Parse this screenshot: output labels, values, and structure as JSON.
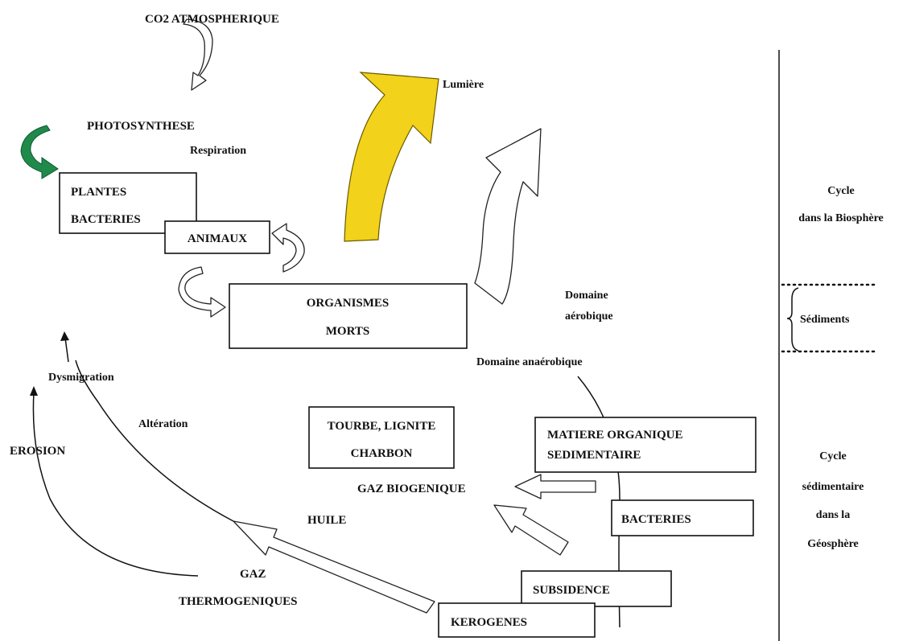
{
  "colors": {
    "light_arrow_fill": "#f2d21a",
    "light_arrow_fill_2": "#f7e46a",
    "respiration_arrow": "#1f8a4c",
    "ink": "#111111"
  },
  "icons": {
    "green_arrow": "curved-arrow-icon",
    "yellow_arrow": "curved-arrow-icon"
  },
  "labels": {
    "co2": "CO2 ATMOSPHERIQUE",
    "lumiere": "Lumière",
    "photosynthese": "PHOTOSYNTHESE",
    "respiration": "Respiration",
    "domaine_aerobique_1": "Domaine",
    "domaine_aerobique_2": "aérobique",
    "domaine_anaerobique": "Domaine anaérobique",
    "dysmigration": "Dysmigration",
    "alteration": "Altération",
    "erosion": "EROSION",
    "gaz_biogenique": "GAZ BIOGENIQUE",
    "huile": "HUILE",
    "gaz": "GAZ",
    "thermogeniques": "THERMOGENIQUES"
  },
  "boxes": {
    "plantes": "PLANTES",
    "bacteries_plantes": "BACTERIES",
    "animaux": "ANIMAUX",
    "organismes": "ORGANISMES",
    "morts": "MORTS",
    "tourbe": "TOURBE, LIGNITE",
    "charbon": "CHARBON",
    "matiere": "MATIERE ORGANIQUE",
    "sedimentaire": "SEDIMENTAIRE",
    "bacteries": "BACTERIES",
    "subsidence": "SUBSIDENCE",
    "kerogenes": "KEROGENES"
  },
  "sidebar": {
    "cycle_bio_1": "Cycle",
    "cycle_bio_2": "dans la Biosphère",
    "sediments": "Sédiments",
    "cycle_geo_1": "Cycle",
    "cycle_geo_2": "sédimentaire",
    "cycle_geo_3": "dans la",
    "cycle_geo_4": "Géosphère"
  }
}
